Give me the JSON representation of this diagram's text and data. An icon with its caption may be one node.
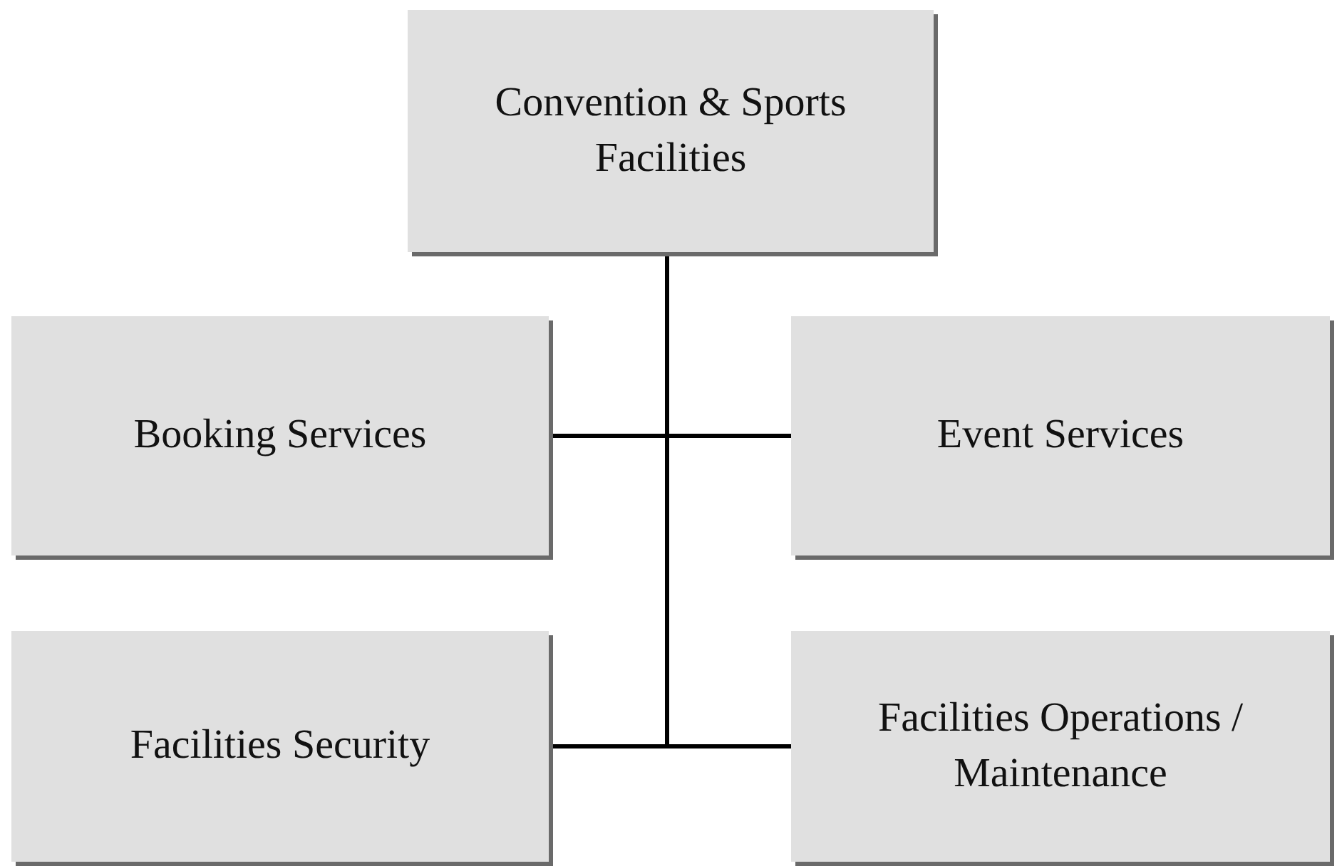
{
  "diagram": {
    "nodes": [
      {
        "text": [
          "Convention & Sports Facilities"
        ]
      },
      {
        "text": [
          "Booking Services"
        ]
      },
      {
        "text": [
          "Event Services"
        ]
      },
      {
        "text": [
          "Facilities Security"
        ]
      },
      {
        "text": [
          "Facilities Operations / Maintenance"
        ]
      }
    ],
    "edges": [
      {
        "from": 0,
        "to": 1,
        "arrow": "none"
      },
      {
        "from": 0,
        "to": 2,
        "arrow": "none"
      },
      {
        "from": 0,
        "to": 3,
        "arrow": "none"
      },
      {
        "from": 0,
        "to": 4,
        "arrow": "none"
      }
    ]
  }
}
